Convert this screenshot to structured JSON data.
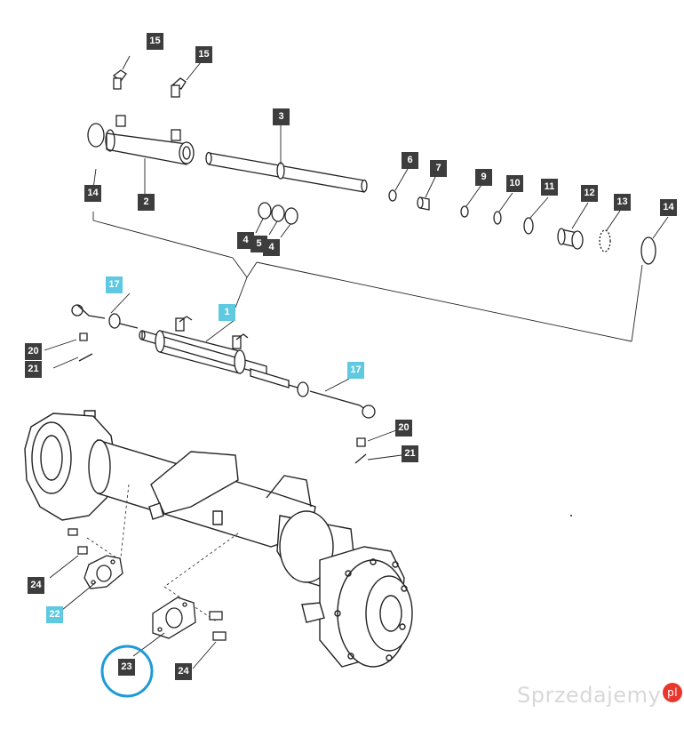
{
  "labels": {
    "p15a": "15",
    "p15b": "15",
    "p3": "3",
    "p14a": "14",
    "p2": "2",
    "p6": "6",
    "p7": "7",
    "p9": "9",
    "p10": "10",
    "p11": "11",
    "p12": "12",
    "p13": "13",
    "p14b": "14",
    "p4a": "4",
    "p5": "5",
    "p4b": "4",
    "p17a": "17",
    "p1": "1",
    "p20a": "20",
    "p21a": "21",
    "p17b": "17",
    "p20b": "20",
    "p21b": "21",
    "p24a": "24",
    "p22": "22",
    "p23": "23",
    "p24b": "24"
  },
  "colors": {
    "label_dark": "#3d3d3d",
    "label_cyan": "#5ec9e0",
    "highlight_circle": "#1e9bd6"
  },
  "watermark": {
    "text": "Sprzedajemy",
    "badge": "pl"
  }
}
